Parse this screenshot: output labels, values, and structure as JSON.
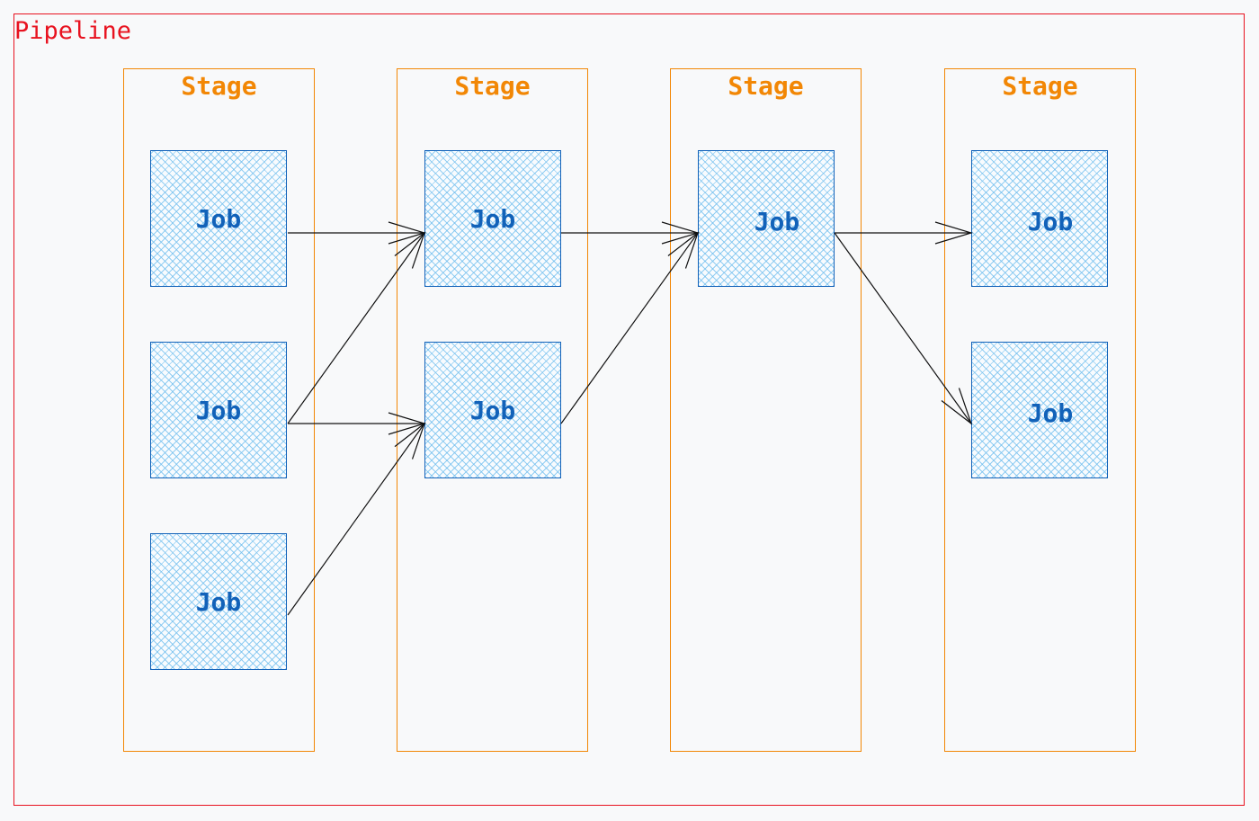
{
  "pipeline": {
    "label": "Pipeline"
  },
  "stages": [
    {
      "label": "Stage",
      "jobs": [
        {
          "label": "Job"
        },
        {
          "label": "Job"
        },
        {
          "label": "Job"
        }
      ]
    },
    {
      "label": "Stage",
      "jobs": [
        {
          "label": "Job"
        },
        {
          "label": "Job"
        }
      ]
    },
    {
      "label": "Stage",
      "jobs": [
        {
          "label": "Job"
        }
      ]
    },
    {
      "label": "Stage",
      "jobs": [
        {
          "label": "Job"
        },
        {
          "label": "Job"
        }
      ]
    }
  ],
  "dependencies": [
    {
      "from": "stage1-job1",
      "to": "stage2-job1"
    },
    {
      "from": "stage1-job2",
      "to": "stage2-job1"
    },
    {
      "from": "stage1-job2",
      "to": "stage2-job2"
    },
    {
      "from": "stage1-job3",
      "to": "stage2-job2"
    },
    {
      "from": "stage2-job1",
      "to": "stage3-job1"
    },
    {
      "from": "stage2-job2",
      "to": "stage3-job1"
    },
    {
      "from": "stage3-job1",
      "to": "stage4-job1"
    },
    {
      "from": "stage3-job1",
      "to": "stage4-job2"
    }
  ],
  "colors": {
    "pipeline": "#e8121f",
    "stage": "#f28705",
    "job": "#1262b9",
    "hatch": "#70beee",
    "arrow": "#111111",
    "background": "#f8f9fa"
  }
}
